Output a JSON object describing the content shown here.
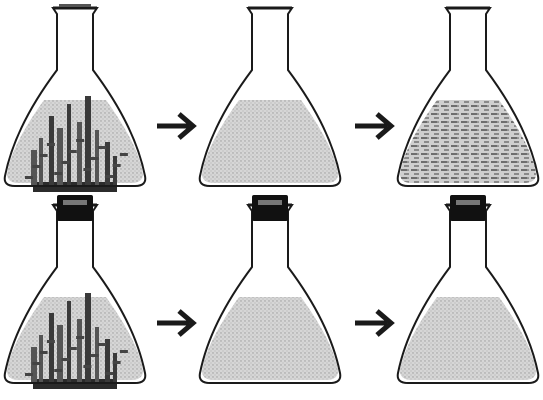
{
  "figure": {
    "rows": [
      {
        "row": "top",
        "sequence": [
          {
            "flask": "open",
            "contents": "broth-with-debris"
          },
          {
            "flask": "open",
            "contents": "clear-broth"
          },
          {
            "flask": "open",
            "contents": "broth-with-growth"
          }
        ]
      },
      {
        "row": "bottom",
        "sequence": [
          {
            "flask": "stoppered",
            "contents": "broth-with-debris"
          },
          {
            "flask": "stoppered",
            "contents": "clear-broth"
          },
          {
            "flask": "stoppered",
            "contents": "clear-broth"
          }
        ]
      }
    ],
    "arrow_icon": "right-arrow-icon",
    "colors": {
      "line": "#1a1a1a",
      "glass": "#ffffff",
      "broth": "#cfcfcf",
      "growth": "#6e6e6e",
      "debris": "#2b2b2b",
      "stopper": "#111111"
    }
  }
}
